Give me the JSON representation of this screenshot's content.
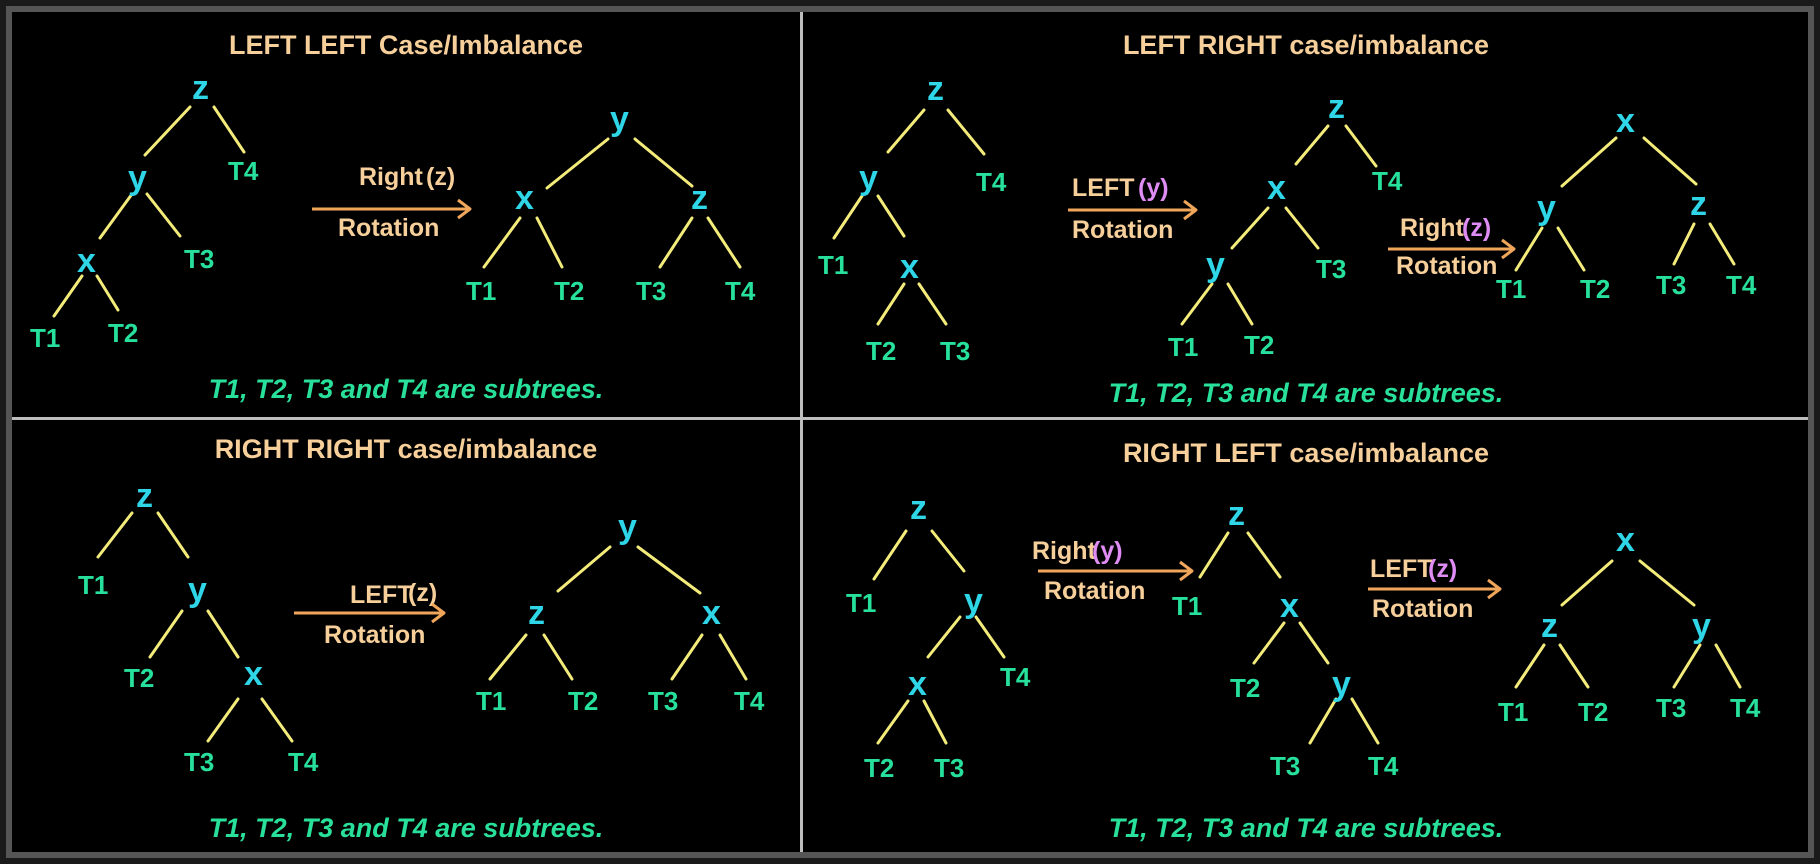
{
  "panels": [
    {
      "id": "left-left",
      "title": "LEFT LEFT Case/Imbalance",
      "note": "T1, T2, T3 and T4 are subtrees.",
      "before": {
        "root": "z",
        "mid": "y",
        "low": "x",
        "subtrees": [
          "T1",
          "T2",
          "T3",
          "T4"
        ]
      },
      "rotations": [
        {
          "direction": "Right",
          "arg": "(z)",
          "arg_color": "#f6cf9a",
          "word": "Rotation"
        }
      ],
      "after": {
        "root": "y",
        "left": "x",
        "right": "z",
        "subtrees": [
          "T1",
          "T2",
          "T3",
          "T4"
        ]
      }
    },
    {
      "id": "left-right",
      "title": "LEFT RIGHT case/imbalance",
      "note": "T1, T2, T3 and T4 are subtrees.",
      "before": {
        "root": "z",
        "mid": "y",
        "low": "x",
        "subtrees": [
          "T1",
          "T2",
          "T3",
          "T4"
        ]
      },
      "rotations": [
        {
          "direction": "LEFT",
          "arg": "(y)",
          "arg_color": "#e08cf5",
          "word": "Rotation"
        },
        {
          "direction": "Right",
          "arg": "(z)",
          "arg_color": "#e08cf5",
          "word": "Rotation"
        }
      ],
      "middle": {
        "root": "z",
        "mid": "x",
        "low": "y",
        "subtrees": [
          "T1",
          "T2",
          "T3",
          "T4"
        ]
      },
      "after": {
        "root": "x",
        "left": "y",
        "right": "z",
        "subtrees": [
          "T1",
          "T2",
          "T3",
          "T4"
        ]
      }
    },
    {
      "id": "right-right",
      "title": "RIGHT RIGHT case/imbalance",
      "note": "T1, T2, T3 and T4 are subtrees.",
      "before": {
        "root": "z",
        "mid": "y",
        "low": "x",
        "subtrees": [
          "T1",
          "T2",
          "T3",
          "T4"
        ]
      },
      "rotations": [
        {
          "direction": "LEFT",
          "arg": "(z)",
          "arg_color": "#f6cf9a",
          "word": "Rotation"
        }
      ],
      "after": {
        "root": "y",
        "left": "z",
        "right": "x",
        "subtrees": [
          "T1",
          "T2",
          "T3",
          "T4"
        ]
      }
    },
    {
      "id": "right-left",
      "title": "RIGHT LEFT case/imbalance",
      "note": "T1, T2, T3 and T4 are subtrees.",
      "before": {
        "root": "z",
        "mid": "y",
        "low": "x",
        "subtrees": [
          "T1",
          "T2",
          "T3",
          "T4"
        ]
      },
      "rotations": [
        {
          "direction": "Right",
          "arg": "(y)",
          "arg_color": "#e08cf5",
          "word": "Rotation"
        },
        {
          "direction": "LEFT",
          "arg": "(z)",
          "arg_color": "#e08cf5",
          "word": "Rotation"
        }
      ],
      "middle": {
        "root": "z",
        "mid": "x",
        "low": "y",
        "subtrees": [
          "T1",
          "T2",
          "T3",
          "T4"
        ]
      },
      "after": {
        "root": "x",
        "left": "z",
        "right": "y",
        "subtrees": [
          "T1",
          "T2",
          "T3",
          "T4"
        ]
      }
    }
  ],
  "colors": {
    "title": "#f6cf9a",
    "node": "#2fd6e8",
    "subtree": "#27e09c",
    "edge": "#f4ec7a",
    "arrow": "#f0a65a",
    "note": "#29e09a"
  }
}
